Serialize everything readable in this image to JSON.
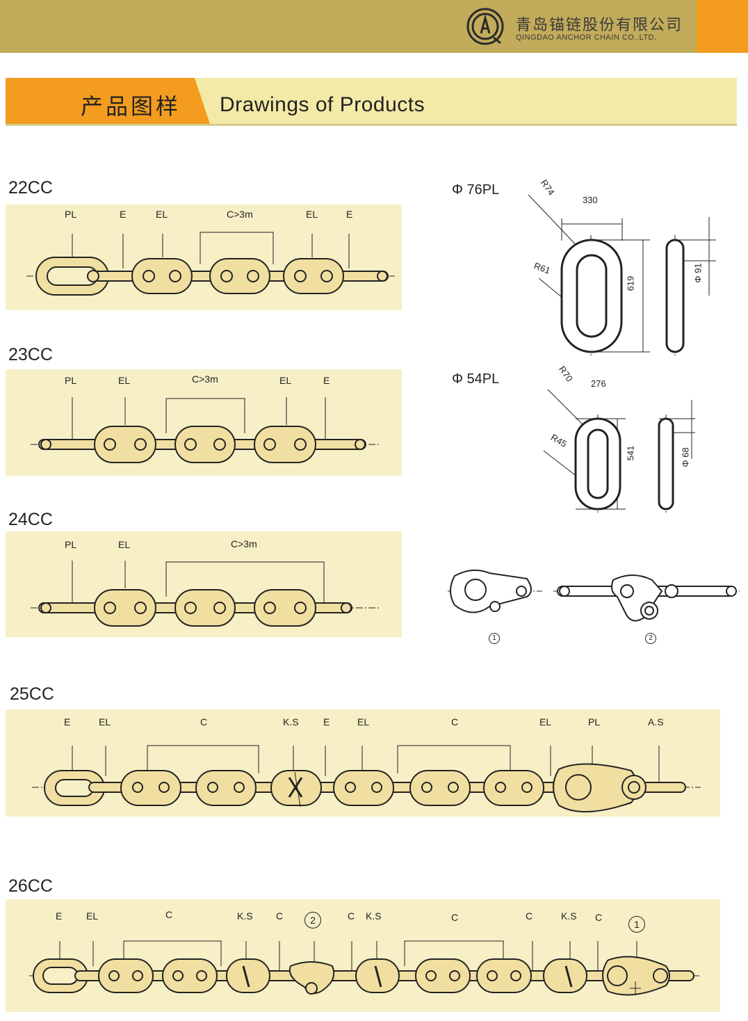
{
  "header": {
    "company_cn": "青岛锚链股份有限公司",
    "company_en": "QINGDAO ANCHOR CHAIN CO.,LTD."
  },
  "banner": {
    "title_cn": "产品图样",
    "title_en": "Drawings of Products"
  },
  "sections": {
    "s22": {
      "name": "22CC",
      "labels": [
        "PL",
        "E",
        "EL",
        "C>3m",
        "EL",
        "E"
      ]
    },
    "s23": {
      "name": "23CC",
      "labels": [
        "PL",
        "EL",
        "C>3m",
        "EL",
        "E"
      ]
    },
    "s24": {
      "name": "24CC",
      "labels": [
        "PL",
        "EL",
        "C>3m"
      ]
    },
    "s25": {
      "name": "25CC",
      "labels": [
        "E",
        "EL",
        "C",
        "K.S",
        "E",
        "EL",
        "C",
        "EL",
        "PL",
        "A.S"
      ]
    },
    "s26": {
      "name": "26CC",
      "labels": [
        "E",
        "EL",
        "C",
        "K.S",
        "C",
        "C",
        "K.S",
        "C",
        "C",
        "K.S",
        "C"
      ],
      "circles": [
        "2",
        "1"
      ]
    }
  },
  "pl76": {
    "title": "Φ 76PL",
    "r_outer": "R74",
    "r_inner": "R61",
    "width": "330",
    "length": "619",
    "dia": "Φ 91"
  },
  "pl54": {
    "title": "Φ 54PL",
    "r_outer": "R70",
    "r_inner": "R45",
    "width": "276",
    "length": "541",
    "dia": "Φ 68"
  },
  "figures": {
    "fig1": "1",
    "fig2": "2"
  },
  "colors": {
    "topbar": "#c2ab5a",
    "accent": "#f39c1f",
    "panel": "#f7efc6",
    "banner": "#f4eaa8"
  }
}
